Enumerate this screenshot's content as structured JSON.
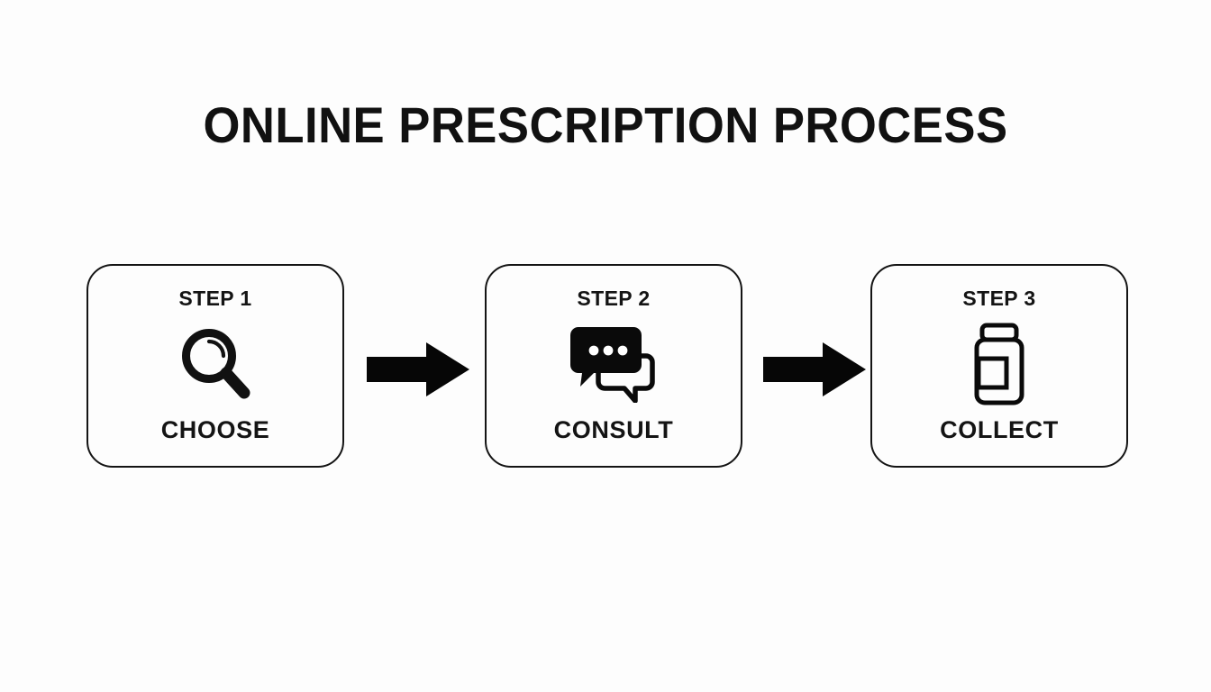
{
  "page": {
    "title": "ONLINE PRESCRIPTION PROCESS",
    "background_color": "#fdfdfd",
    "ink_color": "#141414"
  },
  "steps": [
    {
      "heading": "STEP 1",
      "label": "CHOOSE",
      "icon": "magnifying-glass-icon"
    },
    {
      "heading": "STEP 2",
      "label": "CONSULT",
      "icon": "chat-bubbles-icon"
    },
    {
      "heading": "STEP 3",
      "label": "COLLECT",
      "icon": "pill-bottle-icon"
    }
  ],
  "connectors": [
    {
      "icon": "arrow-right-icon",
      "direction": "right"
    },
    {
      "icon": "arrow-right-icon",
      "direction": "right"
    }
  ]
}
